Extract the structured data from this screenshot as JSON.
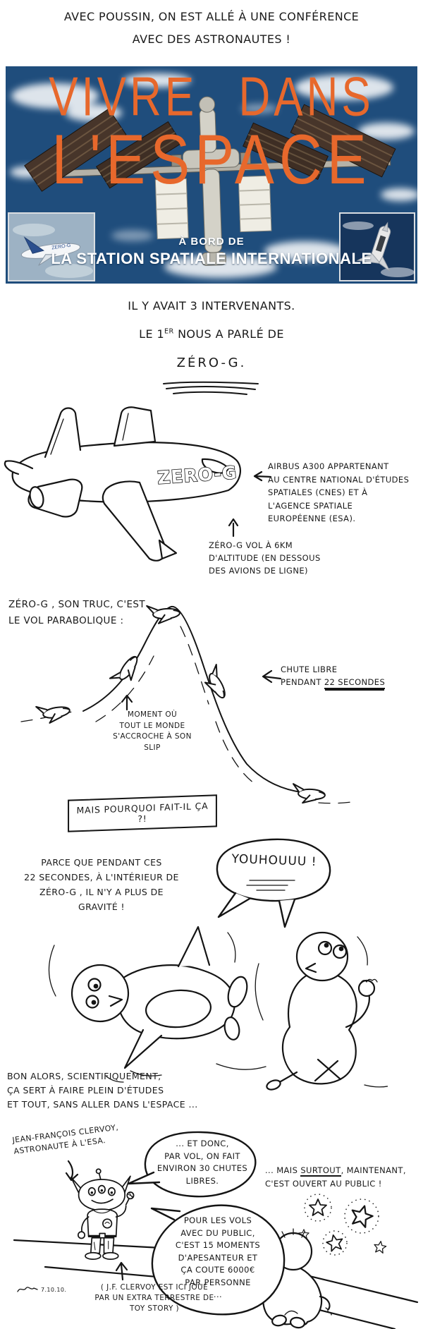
{
  "intro": {
    "line1": "AVEC POUSSIN, ON EST ALLÉ À UNE CONFÉRENCE",
    "line2": "AVEC DES ASTRONAUTES !"
  },
  "banner": {
    "title_line1": "VIVRE DANS",
    "title_line2": "L'ESPACE",
    "subtitle_line1": "À BORD DE",
    "subtitle_line2": "LA STATION SPATIALE INTERNATIONALE",
    "title_color": "#e7682c",
    "ocean_color": "#1f4d7c",
    "inset_left_plane_text": "ZERO-G"
  },
  "intervenants": {
    "line1": "IL Y AVAIT 3 INTERVENANTS.",
    "line2_pre": "LE 1",
    "line2_sup": "ER",
    "line2_post": " NOUS A PARLÉ DE",
    "line3": "ZÉRO-G."
  },
  "zero_g_plane": {
    "fuselage_label": "ZERO-G",
    "airbus_note": "AIRBUS A300 APPARTENANT\nAU CENTRE NATIONAL D'ÉTUDES\nSPATIALES (CNES) ET À\nL'AGENCE SPATIALE\nEUROPÉENNE (ESA).",
    "altitude_note": "ZÉRO-G VOL À 6KM\nD'ALTITUDE (EN DESSOUS\nDES AVIONS DE LIGNE)"
  },
  "parabola": {
    "intro": "ZÉRO-G , SON TRUC, C'EST\nLE VOL PARABOLIQUE :",
    "freefall_line1": "CHUTE LIBRE",
    "freefall_line2_pre": "PENDANT ",
    "freefall_line2_num": "22",
    "freefall_line2_post": " SECONDES",
    "moment_note": "MOMENT OÙ\nTOUT LE MONDE\nS'ACCROCHE À SON\nSLIP",
    "question": "MAIS POURQUOI FAIT-IL ÇA ?!"
  },
  "weightless": {
    "explanation": "PARCE QUE PENDANT CES\n22 SECONDES, À L'INTÉRIEUR DE\nZÉRO-G , IL N'Y A PLUS DE\nGRAVITÉ !",
    "shout": "YOUHOUUU !"
  },
  "science_note": "BON ALORS, SCIENTIFIQUEMENT,\nÇA SERT À FAIRE PLEIN D'ÉTUDES\nET TOUT, SANS ALLER DANS L'ESPACE ...",
  "conference": {
    "speaker_label": "JEAN-FRANÇOIS CLERVOY,\nASTRONAUTE À L'ESA.",
    "bubble_flights": "... ET DONC,\nPAR VOL, ON FAIT\nENVIRON 30 CHUTES\nLIBRES.",
    "public_line1_pre": "... MAIS ",
    "public_line1_mid": "SURTOUT",
    "public_line1_post": ", MAINTENANT,",
    "public_line2": "C'EST OUVERT AU PUBLIC !",
    "bubble_price": "POUR LES VOLS\nAVEC DU PUBLIC,\nC'EST 15 MOMENTS\nD'APESANTEUR ET\nÇA COUTE 6000€\nPAR PERSONNE\n...",
    "toy_story_note": "( J.F. CLERVOY EST ICI JOUÉ\nPAR UN EXTRA TERRESTRE DE\nTOY STORY )",
    "signature_date": "7.10.10."
  }
}
